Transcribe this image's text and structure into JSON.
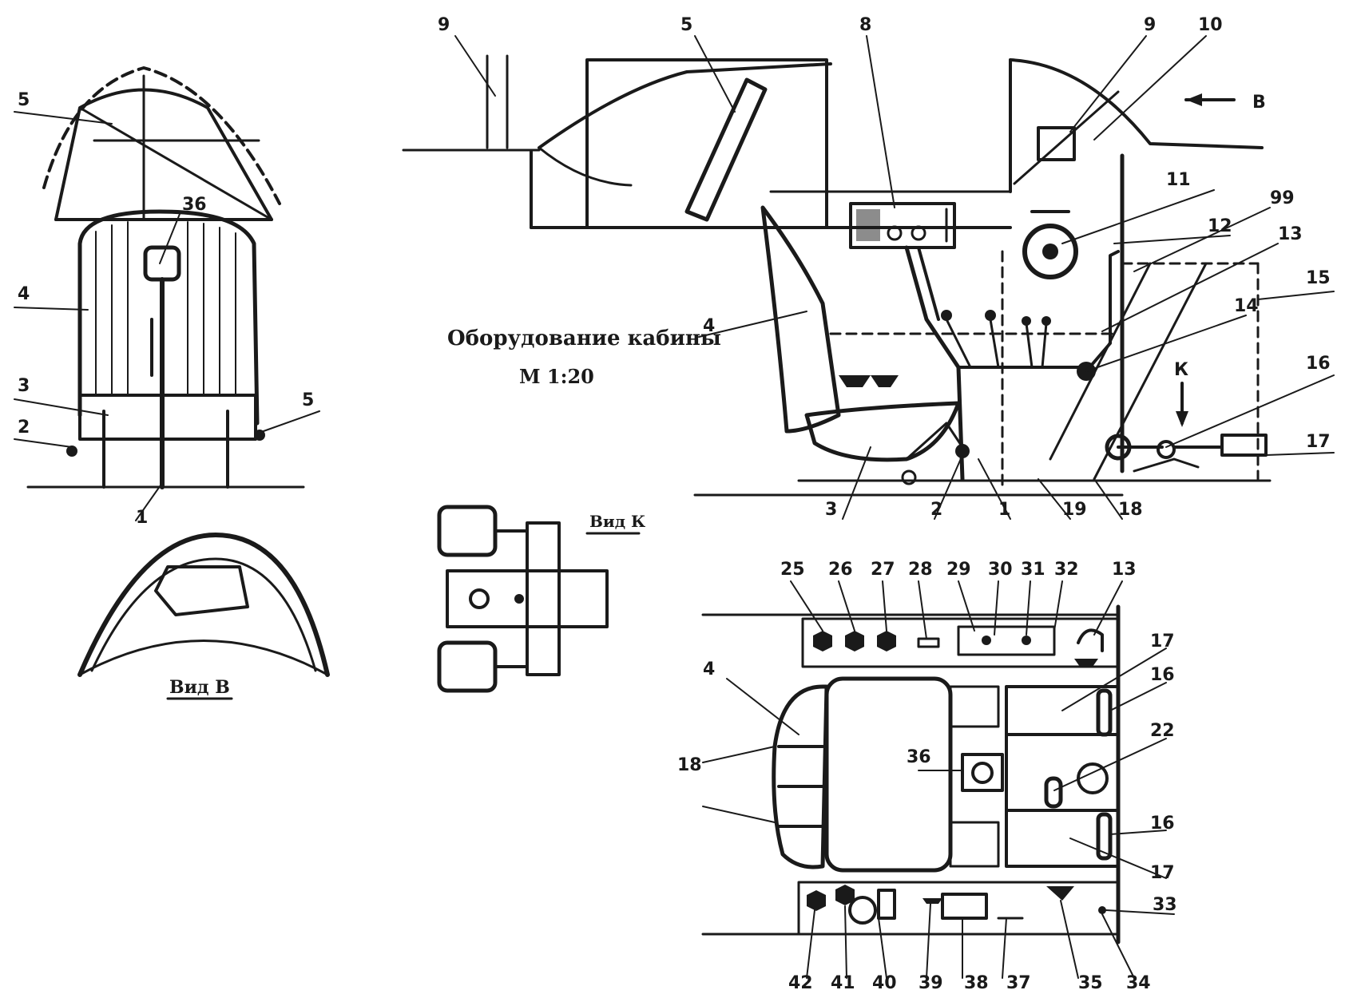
{
  "title": "Оборудование кабины",
  "scale": "М 1:20",
  "view_k_label": "Вид К",
  "view_b_label": "Вид В",
  "arrow_b": "В",
  "arrow_k": "К",
  "callouts": {
    "front": [
      "5",
      "36",
      "4",
      "3",
      "2",
      "5",
      "1"
    ],
    "side": [
      "9",
      "5",
      "8",
      "9",
      "10",
      "11",
      "12",
      "99",
      "13",
      "14",
      "15",
      "16",
      "17",
      "4",
      "3",
      "2",
      "1",
      "19",
      "18"
    ],
    "plan_top": [
      "25",
      "26",
      "27",
      "28",
      "29",
      "30",
      "31",
      "32",
      "13"
    ],
    "plan_side": [
      "17",
      "16",
      "22",
      "16",
      "17",
      "33",
      "18",
      "4",
      "36"
    ],
    "plan_bottom": [
      "42",
      "41",
      "40",
      "39",
      "38",
      "37",
      "35",
      "34"
    ]
  }
}
